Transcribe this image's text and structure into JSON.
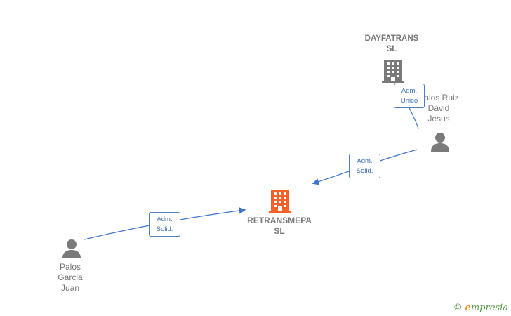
{
  "nodes": {
    "dayfatrans": {
      "line1": "DAYFATRANS",
      "line2": "SL"
    },
    "palos_ruiz": {
      "line1": "Palos Ruiz",
      "line2": "David",
      "line3": "Jesus"
    },
    "retransmepa": {
      "line1": "RETRANSMEPA",
      "line2": "SL"
    },
    "palos_garcia": {
      "line1": "Palos",
      "line2": "Garcia",
      "line3": "Juan"
    }
  },
  "edges": {
    "e1": {
      "line1": "Adm.",
      "line2": "Unico"
    },
    "e2": {
      "line1": "Adm.",
      "line2": "Solid."
    },
    "e3": {
      "line1": "Adm.",
      "line2": "Solid."
    }
  },
  "brand": {
    "copyright": "©",
    "e": "e",
    "rest": "mpresia"
  },
  "colors": {
    "company": "#7a7a7a",
    "main_company": "#f4622a",
    "person": "#7a7a7a",
    "edge": "#3b74c8"
  }
}
